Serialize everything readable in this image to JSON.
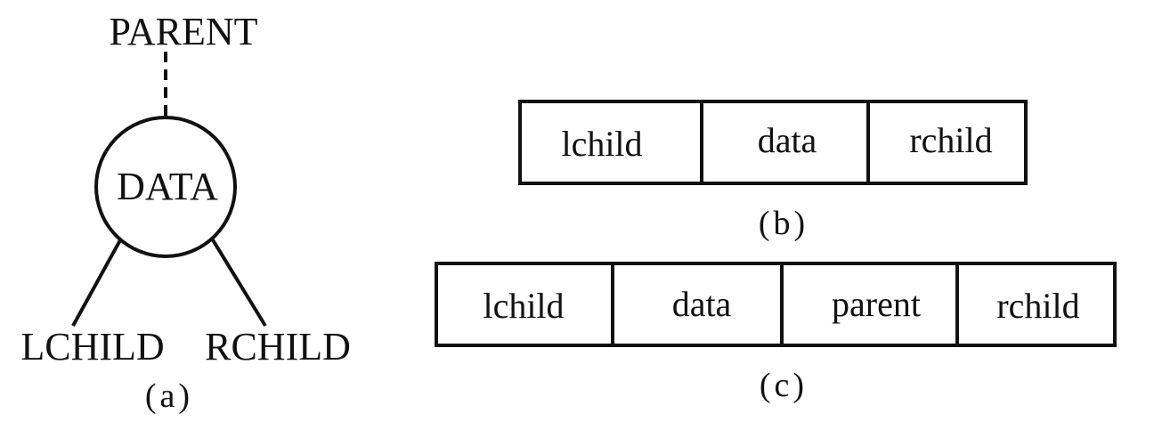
{
  "figure_a": {
    "parent_label": "PARENT",
    "node_label": "DATA",
    "left_child_label": "LCHILD",
    "right_child_label": "RCHILD",
    "caption": "(a)"
  },
  "figure_b": {
    "fields": [
      "lchild",
      "data",
      "rchild"
    ],
    "caption": "(b)"
  },
  "figure_c": {
    "fields": [
      "lchild",
      "data",
      "parent",
      "rchild"
    ],
    "caption": "(c)"
  },
  "colors": {
    "ink": "#111111",
    "background": "#ffffff"
  }
}
